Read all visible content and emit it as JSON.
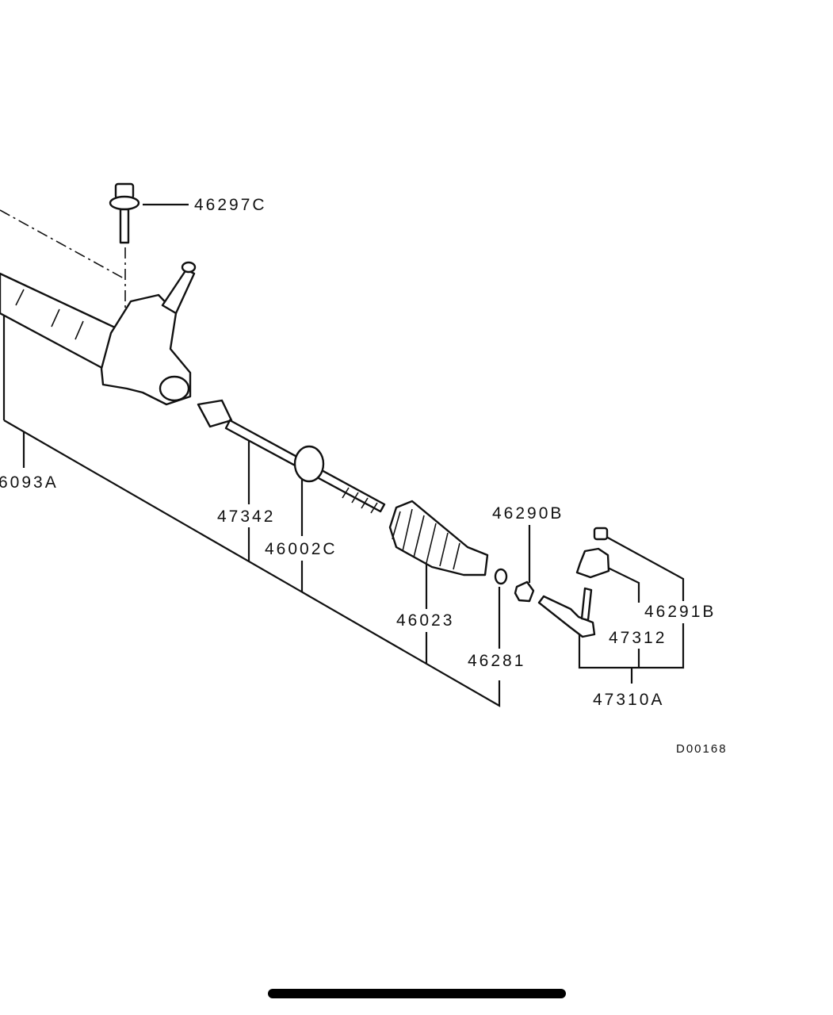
{
  "diagram": {
    "callouts": {
      "bolt": "46297C",
      "gear_assembly": "6093A",
      "tie_rod": "47342",
      "clip": "46002C",
      "boot": "46023",
      "nut": "46290B",
      "band": "46281",
      "end_nut": "46291B",
      "dust_cover": "47312",
      "tie_rod_end": "47310A"
    },
    "figure_code": "D00168"
  }
}
